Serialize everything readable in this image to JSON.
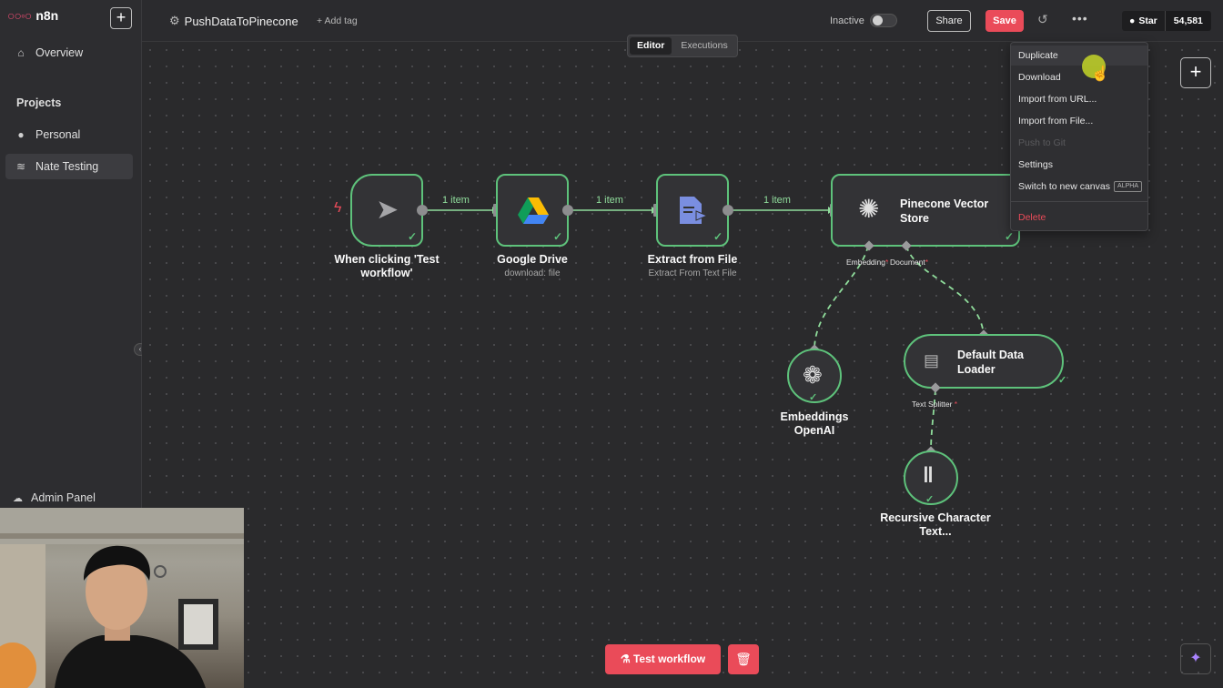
{
  "app": {
    "name": "n8n"
  },
  "sidebar": {
    "items": [
      {
        "label": "Overview",
        "icon": "home-icon"
      },
      {
        "label": "Personal",
        "icon": "user-icon"
      },
      {
        "label": "Nate Testing",
        "icon": "layers-icon"
      }
    ],
    "section_title": "Projects",
    "admin_label": "Admin Panel"
  },
  "header": {
    "workflow_name": "PushDataToPinecone",
    "add_tag": "+ Add tag",
    "status_label": "Inactive",
    "share_label": "Share",
    "save_label": "Save",
    "github": {
      "star_label": "Star",
      "count": "54,581"
    }
  },
  "tabs": [
    {
      "label": "Editor",
      "active": true
    },
    {
      "label": "Executions",
      "active": false
    }
  ],
  "menu": {
    "items": [
      {
        "label": "Duplicate"
      },
      {
        "label": "Download"
      },
      {
        "label": "Import from URL..."
      },
      {
        "label": "Import from File..."
      },
      {
        "label": "Push to Git"
      },
      {
        "label": "Settings"
      },
      {
        "label": "Switch to new canvas",
        "badge": "ALPHA"
      },
      {
        "label": "Delete"
      }
    ]
  },
  "nodes": {
    "trigger": {
      "title": "When clicking 'Test workflow'"
    },
    "gdrive": {
      "title": "Google Drive",
      "subtitle": "download: file"
    },
    "extract": {
      "title": "Extract from File",
      "subtitle": "Extract From Text File"
    },
    "pinecone": {
      "title": "Pinecone Vector Store",
      "port_embedding": "Embedding",
      "port_document": "Document"
    },
    "embeddings": {
      "title": "Embeddings OpenAI"
    },
    "loader": {
      "title": "Default Data Loader",
      "port_splitter": "Text Splitter"
    },
    "splitter": {
      "title": "Recursive Character Text..."
    }
  },
  "connections": {
    "label_1": "1 item",
    "label_2": "1 item",
    "label_3": "1 item"
  },
  "footer": {
    "test_label": "Test workflow"
  },
  "colors": {
    "accent": "#ea4b59",
    "success": "#5ec27b",
    "canvas": "#2a2a2c"
  }
}
